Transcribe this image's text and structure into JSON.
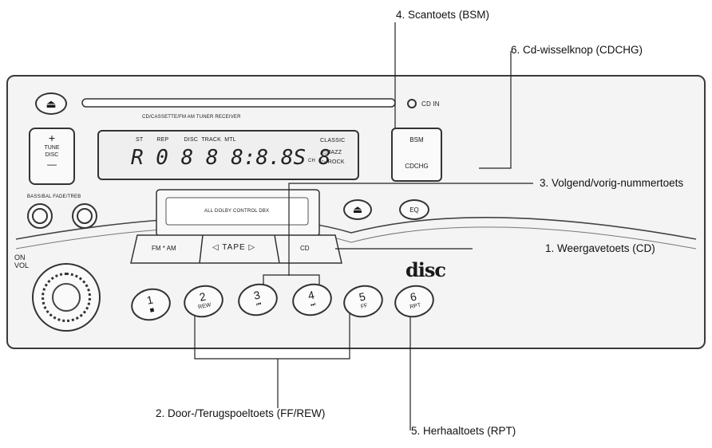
{
  "callouts": {
    "scan": "4. Scantoets (BSM)",
    "cdchg": "6. Cd-wisselknop (CDCHG)",
    "next_prev": "3. Volgend/vorig-nummertoets",
    "display": "1. Weergavetoets (CD)",
    "ff_rew": "2. Door-/Terugspoeltoets (FF/REW)",
    "repeat": "5. Herhaaltoets (RPT)"
  },
  "unit": {
    "cd_in": "CD  IN",
    "model_text": "CD/CASSETTE/FM AM TUNER RECEIVER",
    "tune_plus": "+",
    "tune_label": "TUNE\nDISC",
    "tune_minus": "—",
    "lcd_indicators": "ST        REP         DISC  TRACK  MTL",
    "lcd_classic": "CLASSIC",
    "lcd_jazz": "◁ JAZZ",
    "lcd_rock": "▷ ROCK",
    "lcd_ch": "CH",
    "lcd_digits": "R 0 8 8  8:8.8S 8",
    "bsm": "BSM",
    "cdchg": "CDCHG",
    "eq": "EQ",
    "bass_label": "BASS/BAL   FADE/TREB",
    "tape_text": "ALL DOLBY CONTROL DBX",
    "fm_am": "FM * AM",
    "tape": "◁ TAPE ▷",
    "cd": "CD",
    "on_vol": "ON\nVOL",
    "disc_logo": "disc",
    "buttons": [
      {
        "num": "1",
        "sub": "◼"
      },
      {
        "num": "2",
        "sub": "REW"
      },
      {
        "num": "3",
        "sub": "⏮"
      },
      {
        "num": "4",
        "sub": "⏭"
      },
      {
        "num": "5",
        "sub": "FF"
      },
      {
        "num": "6",
        "sub": "RPT"
      }
    ]
  }
}
